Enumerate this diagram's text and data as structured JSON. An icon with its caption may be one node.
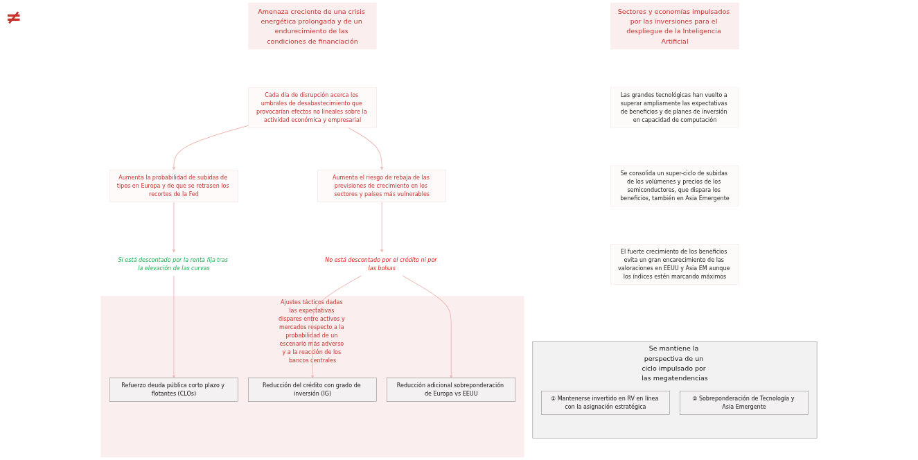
{
  "diagram": {
    "nodes": [
      {
        "text": [
          "Sectores y economías impulsados por las inversiones para el despliegue de la Inteligencia Artificial"
        ]
      },
      {
        "text": [
          "Las grandes tecnológicas han vuelto a superar ampliamente las expectativas de beneficios y de planes de inversión en capacidad de computación"
        ]
      },
      {
        "text": [
          "Se consolida un super-ciclo de subidas de los volúmenes y precios de los semiconductores, que dispara los beneficios, también en Asia Emergente"
        ]
      },
      {
        "text": [
          "El fuerte crecimiento de los beneficios evita un gran encarecimiento de las valoraciones en EEUU y Asia EM aunque los índices estén marcando máximos"
        ]
      },
      {
        "text": [
          "Se mantiene la perspectiva de un ciclo impulsado por las megatendencias"
        ]
      },
      {
        "text": [
          "① Mantenerse invertido en RV en línea con la asignación estratégica"
        ],
        "in": 4
      },
      {
        "text": [
          "② Sobreponderación de Tecnología y Asia Emergente"
        ],
        "in": 4
      },
      {
        "text": [
          "Amenaza creciente de una crisis energética prolongada y de un endurecimiento de las condiciones de financiación"
        ]
      },
      {
        "text": [
          "Cada día de disrupción acerca los umbrales de desabastecimiento que provocarían efectos no lineales sobre la actividad económica y empresarial"
        ]
      },
      {
        "text": [
          "Aumenta la probabilidad de subidas de tipos en Europa y de que se retrasen los recortes de la Fed"
        ]
      },
      {
        "text": [
          "Aumenta el riesgo de rebaja de las previsiones de crecimiento en los sectores y países más vulnerables"
        ]
      },
      {
        "text": [
          "Sí está descontado por la renta fija tras la elevación de las curvas"
        ]
      },
      {
        "text": [
          "No está descontado por el crédito ni por las bolsas"
        ]
      },
      {
        "text": [
          "Ajustes tácticos dadas las expectativas dispares entre activos y mercados respecto a la probabilidad de un escenario más adverso y a la reacción de los bancos centrales"
        ]
      },
      {
        "text": [
          "Refuerzo deuda pública corto plazo y flotantes (CLOs)"
        ],
        "in": 13
      },
      {
        "text": [
          "Reducción del crédito con grado de inversión (IG)"
        ],
        "in": 13
      },
      {
        "text": [
          "Reducción adicional sobreponderación de Europa vs EEUU"
        ],
        "in": 13
      }
    ],
    "edges": [
      {
        "from": 8,
        "to": 9,
        "arrow": "to"
      },
      {
        "from": 8,
        "to": 10,
        "arrow": "to"
      },
      {
        "from": 9,
        "to": 11,
        "arrow": "to"
      },
      {
        "from": 10,
        "to": 12,
        "arrow": "to"
      },
      {
        "from": 11,
        "to": 14,
        "arrow": "to"
      },
      {
        "from": 12,
        "to": 15,
        "arrow": "to"
      },
      {
        "from": 12,
        "to": 16,
        "arrow": "to"
      }
    ],
    "labels": [
      "≠"
    ]
  }
}
